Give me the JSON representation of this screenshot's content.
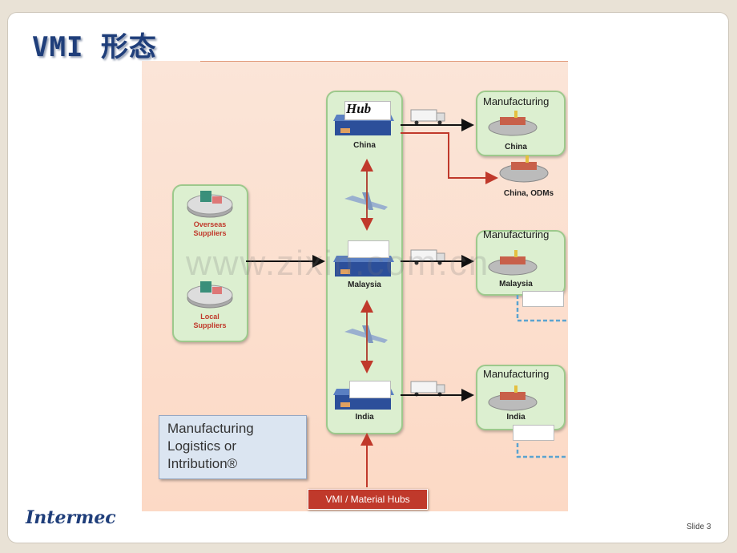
{
  "slide": {
    "title": "VMI 形态",
    "number": "Slide 3",
    "logo": "Intermec"
  },
  "diagram": {
    "hub_label": "Hub",
    "suppliers": [
      "Overseas Suppliers",
      "Local Suppliers"
    ],
    "hubs": [
      "China",
      "Malaysia",
      "India"
    ],
    "manufacturing_title": "Manufacturing",
    "manufacturing_sites": [
      "China",
      "Malaysia",
      "India"
    ],
    "odm_label": "China, ODMs",
    "legend": [
      "Manufacturing",
      "Logistics or",
      "Intribution®"
    ],
    "vmi_label": "VMI / Material Hubs",
    "watermark": "www.zixin.com.cn",
    "colors": {
      "hub_panel": "#dcefd0",
      "arrow_red": "#c0392b",
      "title": "#1f3e7a"
    }
  }
}
